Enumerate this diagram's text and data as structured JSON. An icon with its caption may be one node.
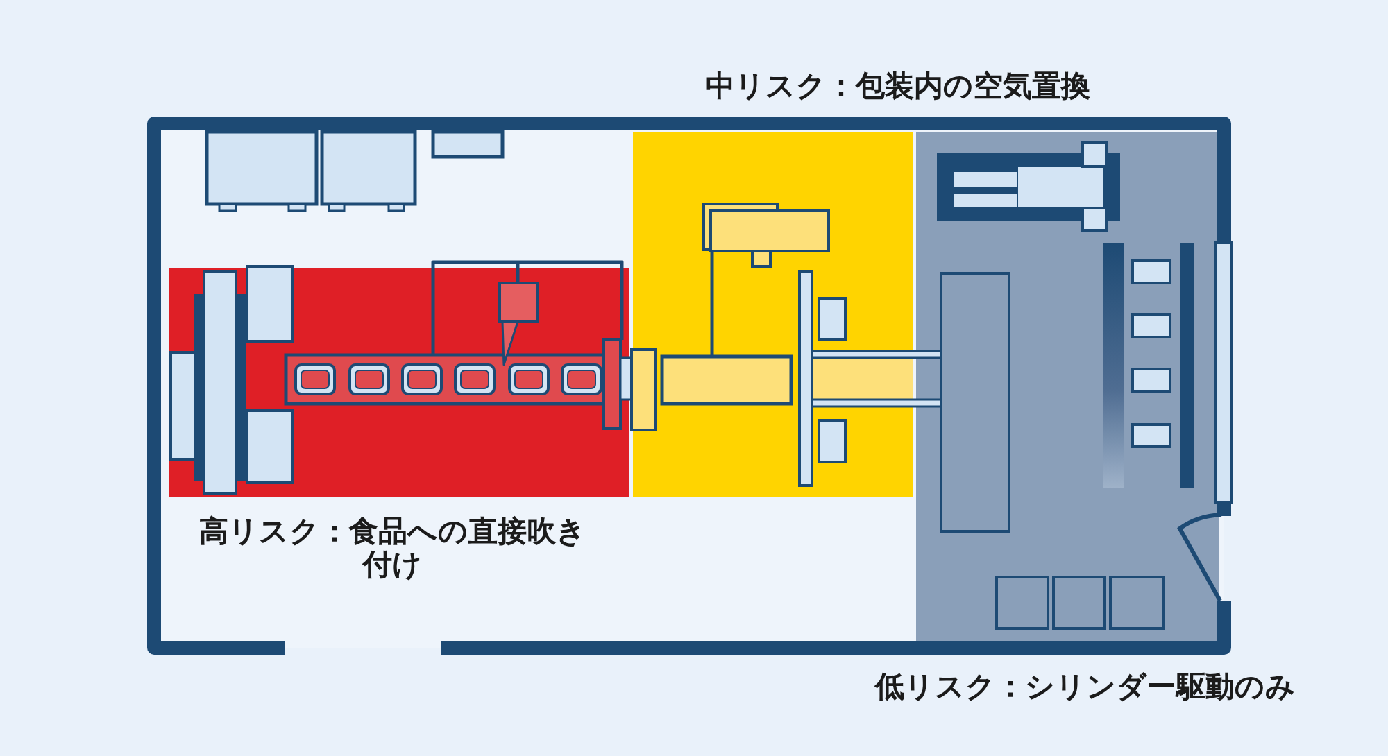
{
  "diagram": {
    "labels": [
      "中リスク：包装内の空気置換",
      "高リスク：食品への直接吹き付け",
      "低リスク：シリンダー駆動のみ"
    ]
  }
}
